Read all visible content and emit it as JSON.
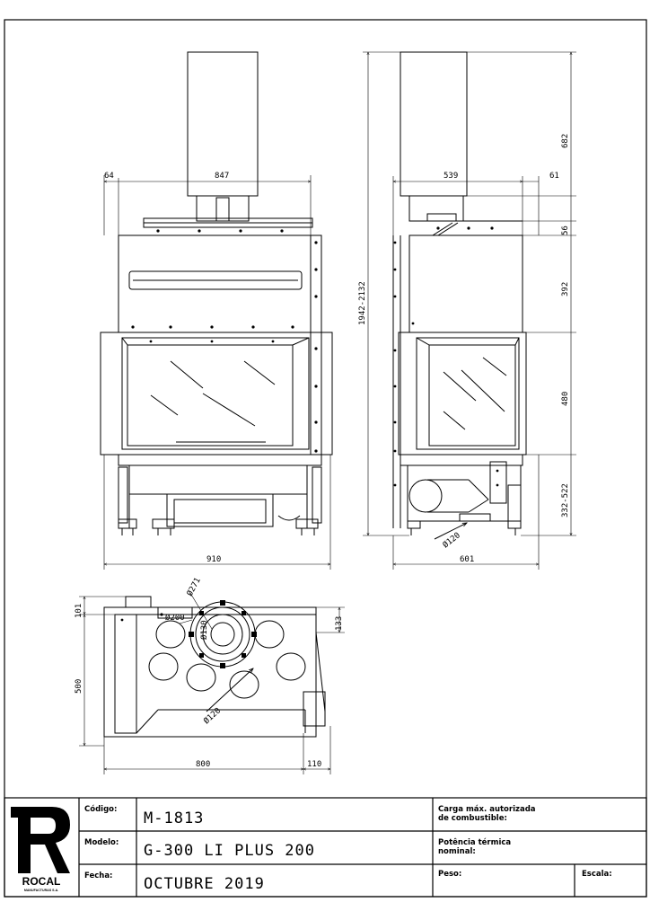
{
  "views": {
    "front": {
      "dims": {
        "left_offset": "64",
        "width_top": "847",
        "width_bottom": "910"
      }
    },
    "side": {
      "dims": {
        "width_top": "539",
        "offset_right": "61",
        "width_bottom": "601",
        "flue_dia": "Ø120",
        "total_height": "1942-2132",
        "h_chimney": "682",
        "h_collar": "56",
        "h_hood": "392",
        "h_door": "480",
        "h_base": "332-522"
      }
    },
    "plan": {
      "dims": {
        "depth_top": "101",
        "depth": "500",
        "right_drop": "133",
        "width": "800",
        "width_right": "110",
        "collar_outer": "Ø271",
        "collar_inner": "Ø200",
        "collar_small": "Ø130",
        "air_hole": "Ø120"
      }
    }
  },
  "title_block": {
    "logo": {
      "name": "ROCAL",
      "subtitle": "MANUFACTURAS S.A."
    },
    "codigo": {
      "label": "Código:",
      "value": "M-1813"
    },
    "modelo": {
      "label": "Modelo:",
      "value": "G-300 LI PLUS 200"
    },
    "fecha": {
      "label": "Fecha:",
      "value": "OCTUBRE 2019"
    },
    "carga": {
      "label_line1": "Carga máx. autorizada",
      "label_line2": "de combustible:"
    },
    "potencia": {
      "label_line1": "Potência térmica",
      "label_line2": "nominal:"
    },
    "peso": {
      "label": "Peso:"
    },
    "escala": {
      "label": "Escala:"
    }
  },
  "colors": {
    "line": "#000000",
    "background": "#ffffff"
  }
}
